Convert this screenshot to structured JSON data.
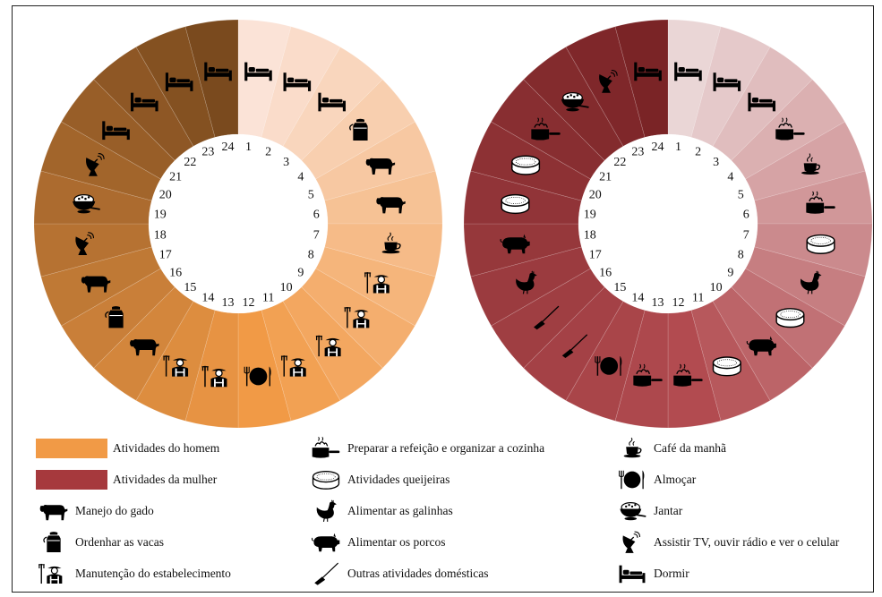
{
  "hours": [
    "1",
    "2",
    "3",
    "4",
    "5",
    "6",
    "7",
    "8",
    "9",
    "10",
    "11",
    "12",
    "13",
    "14",
    "15",
    "16",
    "17",
    "18",
    "19",
    "20",
    "21",
    "22",
    "23",
    "24"
  ],
  "colors": {
    "men_light": "#fbe3d7",
    "men_dark": "#7a4a1e",
    "men_main": "#f19a46",
    "women_light": "#ead6d6",
    "women_dark": "#7a2426",
    "women_main": "#b24b50"
  },
  "men_activities": [
    "sleep",
    "sleep",
    "sleep",
    "milk",
    "cattle",
    "cattle",
    "breakfast",
    "maintenance",
    "maintenance",
    "maintenance",
    "maintenance",
    "lunch",
    "maintenance",
    "maintenance",
    "cattle",
    "milk",
    "cattle",
    "tv",
    "dinner",
    "tv",
    "sleep",
    "sleep",
    "sleep",
    "sleep"
  ],
  "women_activities": [
    "sleep",
    "sleep",
    "sleep",
    "cook",
    "breakfast",
    "cook",
    "cheese",
    "chickens",
    "cheese",
    "pigs",
    "cheese",
    "cook",
    "cook",
    "lunch",
    "chores",
    "chores",
    "chickens",
    "pigs",
    "cheese",
    "cheese",
    "cook",
    "dinner",
    "tv",
    "sleep"
  ],
  "legend": [
    {
      "type": "swatch",
      "color": "#f19a46",
      "label": "Atividades do homem"
    },
    {
      "type": "swatch",
      "color": "#a6393d",
      "label": "Atividades da mulher"
    },
    {
      "type": "icon",
      "icon": "cattle-icon",
      "label": "Manejo do gado"
    },
    {
      "type": "icon",
      "icon": "milk-can-icon",
      "label": "Ordenhar as vacas"
    },
    {
      "type": "icon",
      "icon": "farmer-icon",
      "label": "Manutenção do estabelecimento"
    },
    {
      "type": "icon",
      "icon": "cooking-pot-icon",
      "label": "Preparar a refeição e organizar a cozinha"
    },
    {
      "type": "icon",
      "icon": "cheese-icon",
      "label": "Atividades queijeiras"
    },
    {
      "type": "icon",
      "icon": "hen-icon",
      "label": "Alimentar as galinhas"
    },
    {
      "type": "icon",
      "icon": "pig-icon",
      "label": "Alimentar os porcos"
    },
    {
      "type": "icon",
      "icon": "broom-icon",
      "label": "Outras atividades domésticas"
    },
    {
      "type": "icon",
      "icon": "coffee-cup-icon",
      "label": "Café da manhã"
    },
    {
      "type": "icon",
      "icon": "plate-icon",
      "label": "Almoçar"
    },
    {
      "type": "icon",
      "icon": "dinner-bowl-icon",
      "label": "Jantar"
    },
    {
      "type": "icon",
      "icon": "satellite-dish-icon",
      "label": "Assistir TV, ouvir rádio e ver o celular"
    },
    {
      "type": "icon",
      "icon": "bed-icon",
      "label": "Dormir"
    }
  ]
}
